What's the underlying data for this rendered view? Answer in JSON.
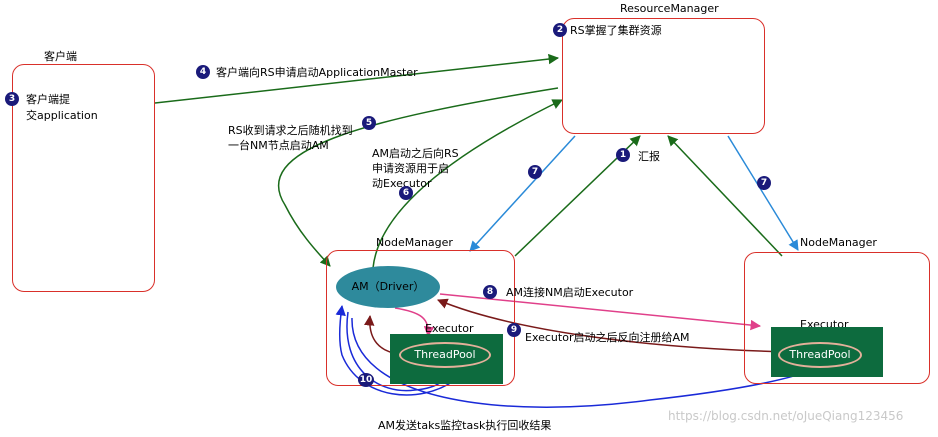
{
  "labels": {
    "client_title": "客户端",
    "client_text_1": "客户端提",
    "client_text_2": "交application",
    "rm_title": "ResourceManager",
    "rm_text": "RS掌握了集群资源",
    "nm_left": "NodeManager",
    "nm_right": "NodeManager",
    "am": "AM（Driver）",
    "executor_left": "Executor",
    "executor_right": "Executor",
    "threadpool_left": "ThreadPool",
    "threadpool_right": "ThreadPool",
    "step1": "汇报",
    "step4": "客户端向RS申请启动ApplicationMaster",
    "step5_line1": "RS收到请求之后随机找到",
    "step5_line2": "一台NM节点启动AM",
    "step6_line1": "AM启动之后向RS",
    "step6_line2": "申请资源用于启",
    "step6_line3": "动Executor",
    "step8": "AM连接NM启动Executor",
    "step9": "Executor启动之后反向注册给AM",
    "step10": "AM发送taks监控task执行回收结果",
    "watermark": "https://blog.csdn.net/oJueQiang123456"
  },
  "badges": {
    "b1": "1",
    "b2": "2",
    "b3": "3",
    "b4": "4",
    "b5": "5",
    "b6": "6",
    "b7a": "7",
    "b7b": "7",
    "b8": "8",
    "b9": "9",
    "b10": "10"
  },
  "colors": {
    "box_border": "#d9302a",
    "green_arrow": "#1a6b1a",
    "blue_arrow": "#2a8ad8",
    "pink_arrow": "#e0408a",
    "brown_arrow": "#7a1a1a",
    "dark_blue_arrow": "#1a2ad8",
    "executor_fill": "#0d6b3e",
    "am_fill": "#2e8a9c",
    "badge_fill": "#1a1a7a"
  }
}
